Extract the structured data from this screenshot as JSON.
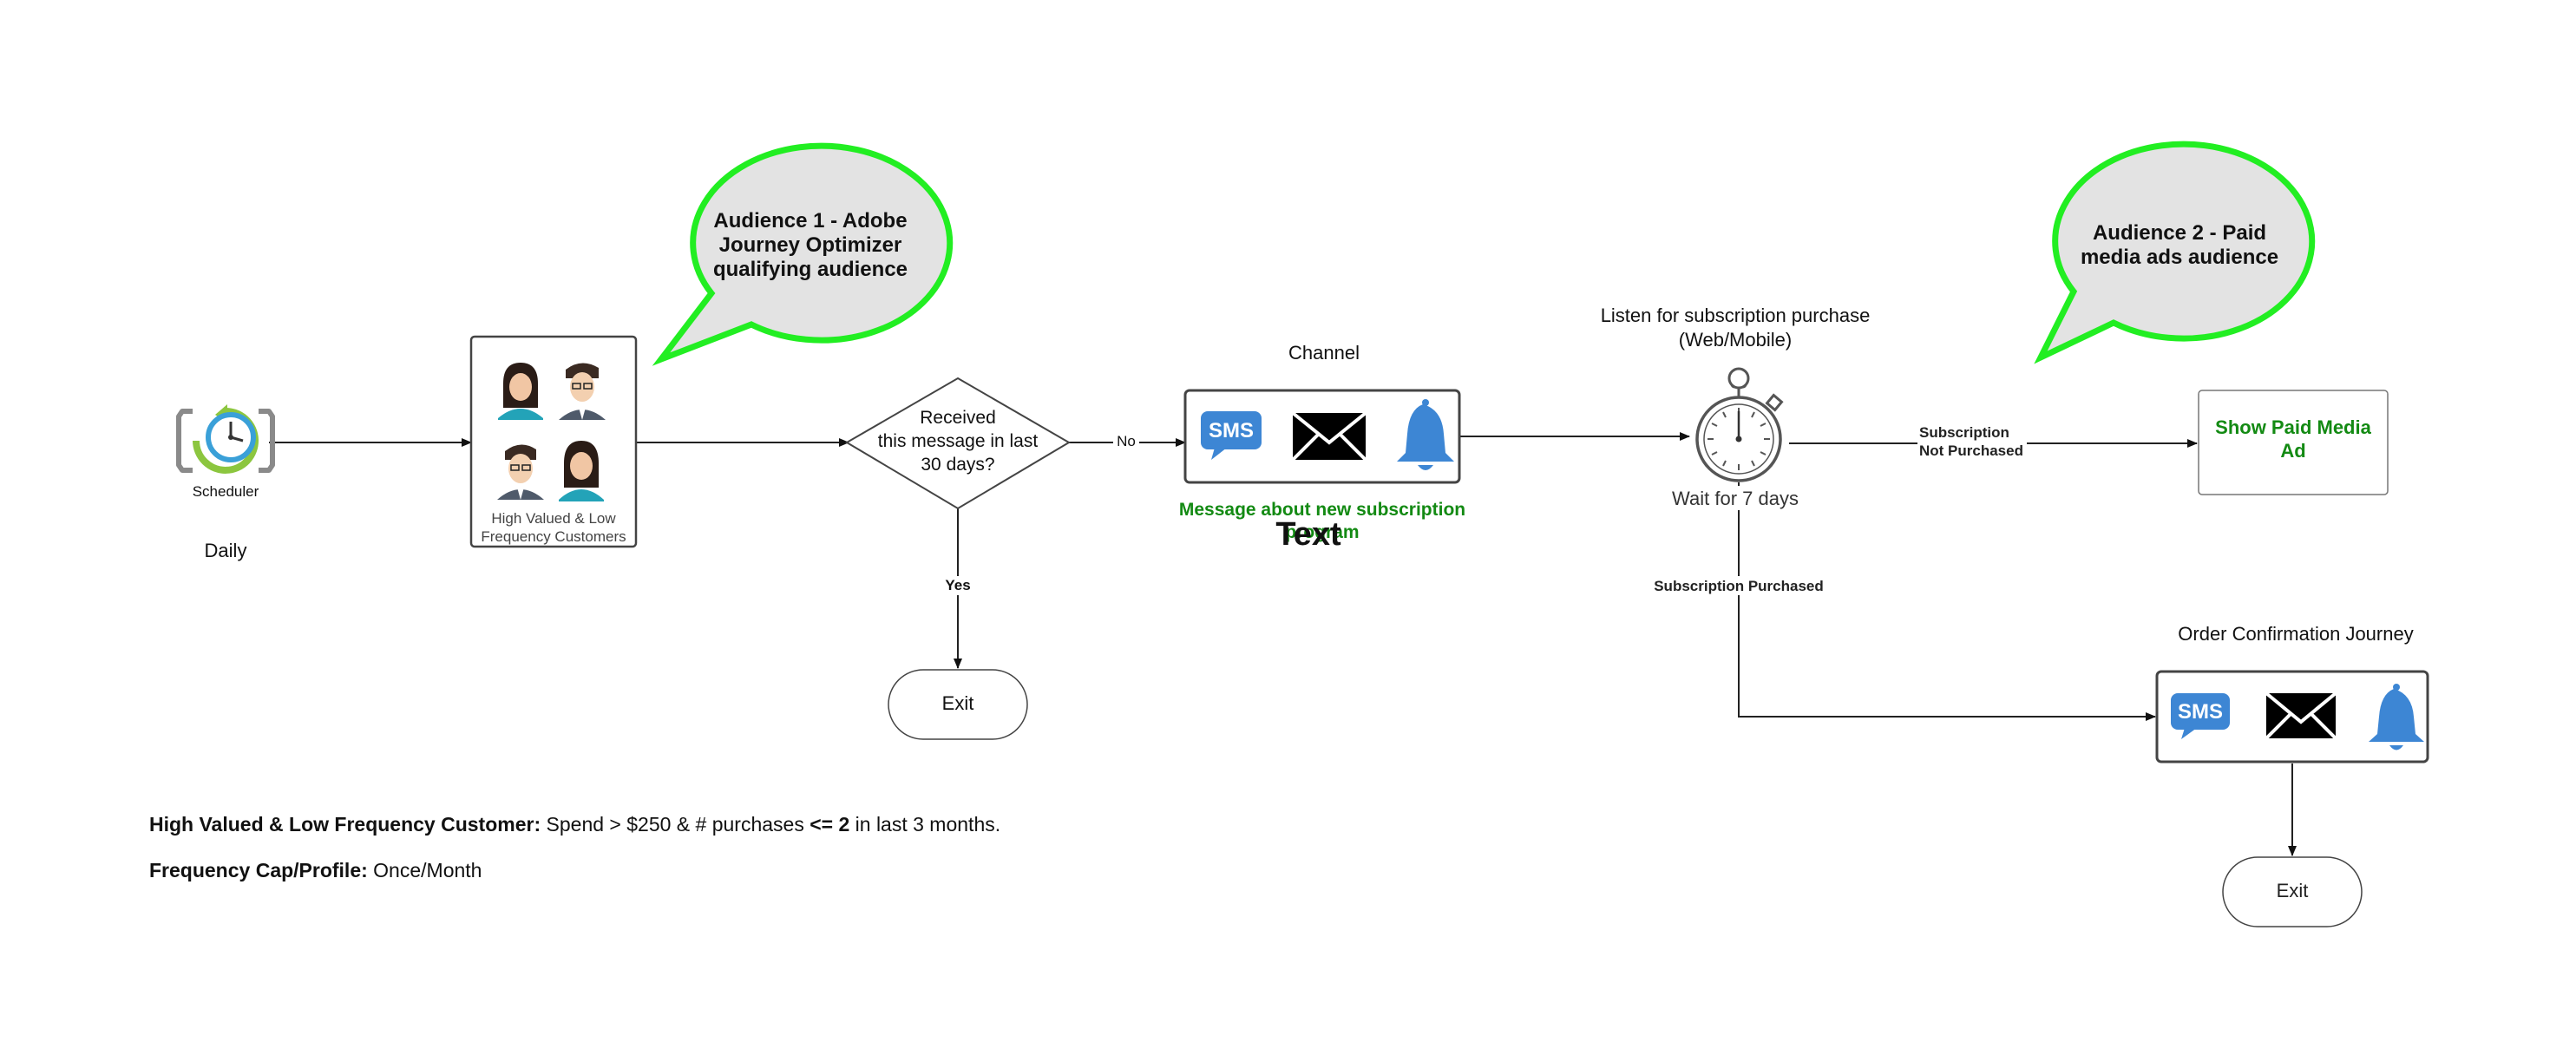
{
  "scheduler": {
    "icon": "clock-scheduler-icon",
    "label": "Scheduler",
    "frequency": "Daily"
  },
  "audience_box": {
    "icon": "people-group-icon",
    "label_line1": "High Valued & Low",
    "label_line2": "Frequency Customers"
  },
  "bubble1": {
    "line1": "Audience 1 - Adobe",
    "line2": "Journey Optimizer",
    "line3": "qualifying audience"
  },
  "bubble2": {
    "line1": "Audience 2 - Paid",
    "line2": "media ads audience"
  },
  "decision": {
    "line1": "Received",
    "line2": "this message in last",
    "line3": "30 days?"
  },
  "edges": {
    "no": "No",
    "yes": "Yes",
    "not_purchased_line1": "Subscription",
    "not_purchased_line2": "Not Purchased",
    "purchased": "Subscription Purchased"
  },
  "exit1": {
    "label": "Exit"
  },
  "exit2": {
    "label": "Exit"
  },
  "channel": {
    "title": "Channel",
    "sms_label": "SMS",
    "message_line1": "Message about new subscription",
    "message_line2": "program",
    "overlay_text": "Text"
  },
  "listen": {
    "line1": "Listen for subscription purchase",
    "line2": "(Web/Mobile)"
  },
  "wait": {
    "icon": "stopwatch-icon",
    "label": "Wait for  7 days"
  },
  "paid_ad": {
    "line1": "Show Paid Media",
    "line2": "Ad"
  },
  "order_confirmation": {
    "title": "Order Confirmation Journey",
    "sms_label": "SMS"
  },
  "notes": {
    "line1_bold": "High Valued & Low Frequency Customer:",
    "line1_a": " Spend > $250 & # purchases ",
    "line1_b": "<= 2",
    "line1_c": " in last 3 months.",
    "line2_bold": "Frequency Cap/Profile:",
    "line2_text": " Once/Month"
  },
  "colors": {
    "bubble_fill": "#e3e3e3",
    "bubble_stroke": "#22ee22",
    "green_text": "#138a13",
    "icon_blue": "#3d86d4",
    "clock_green": "#8cc63f",
    "clock_blue": "#3aa0d8"
  }
}
